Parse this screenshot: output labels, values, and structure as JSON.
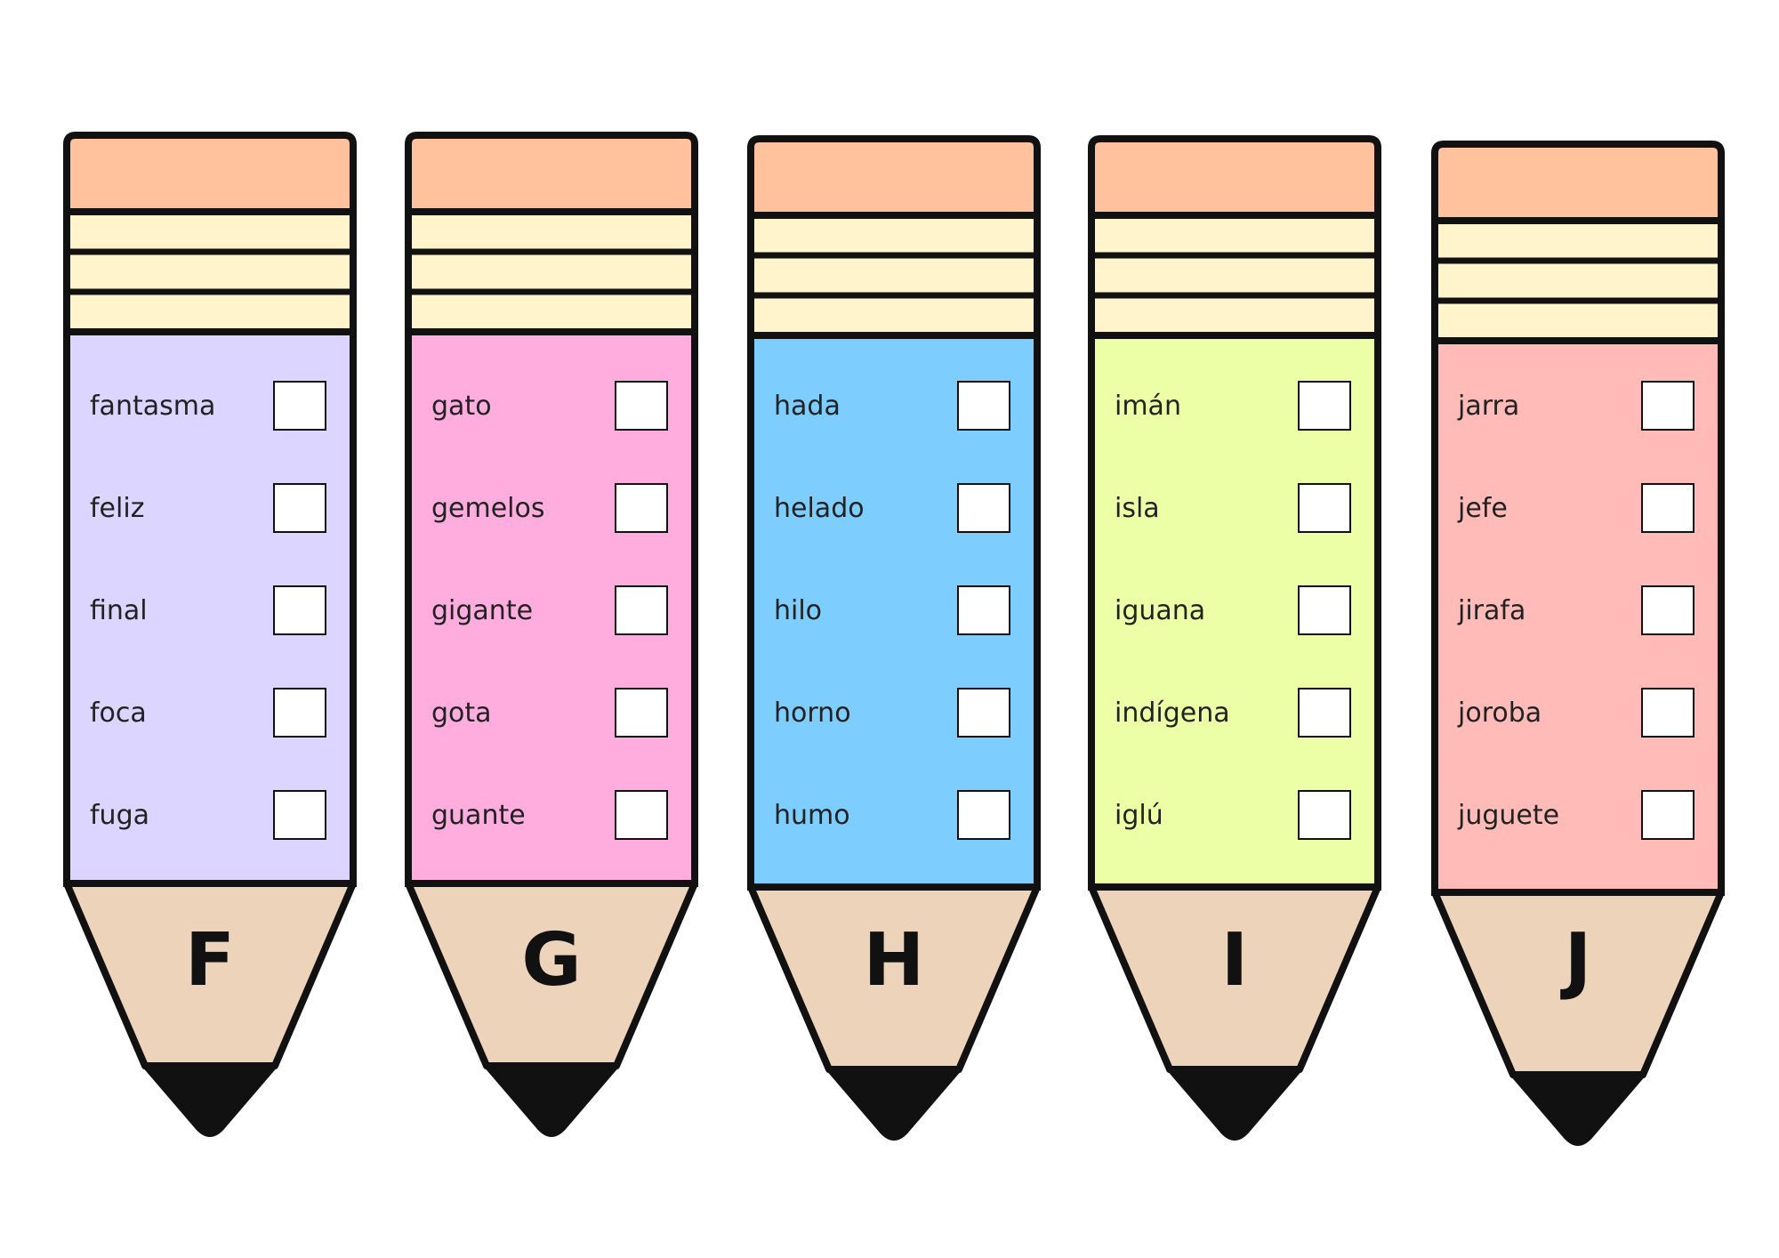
{
  "colors": {
    "eraser": "#FFC29C",
    "ferrule": "#FFF4CB",
    "wood": "#EDD3BA",
    "outline": "#111111"
  },
  "pencils": [
    {
      "letter": "F",
      "body_color": "#DCD5FF",
      "words": [
        "fantasma",
        "feliz",
        "final",
        "foca",
        "fuga"
      ]
    },
    {
      "letter": "G",
      "body_color": "#FFACDE",
      "words": [
        "gato",
        "gemelos",
        "gigante",
        "gota",
        "guante"
      ]
    },
    {
      "letter": "H",
      "body_color": "#7DCDFF",
      "words": [
        "hada",
        "helado",
        "hilo",
        "horno",
        "humo"
      ]
    },
    {
      "letter": "I",
      "body_color": "#EDFFA6",
      "words": [
        "imán",
        "isla",
        "iguana",
        "indígena",
        "iglú"
      ]
    },
    {
      "letter": "J",
      "body_color": "#FFBBB8",
      "words": [
        "jarra",
        "jefe",
        "jirafa",
        "joroba",
        "juguete"
      ]
    }
  ]
}
